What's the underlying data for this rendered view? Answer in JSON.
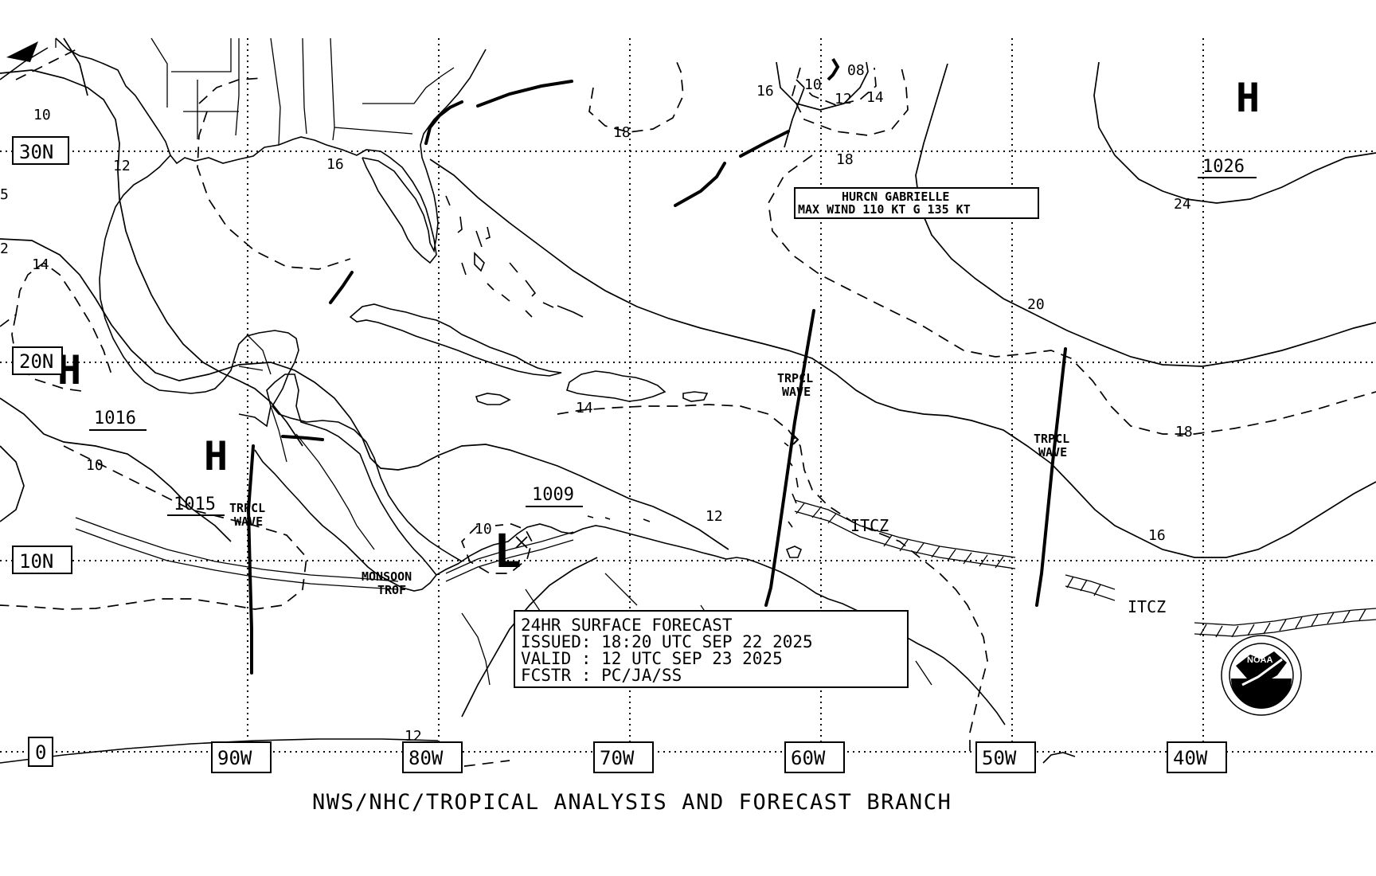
{
  "footer": "NWS/NHC/TROPICAL ANALYSIS AND FORECAST BRANCH",
  "lat_labels": {
    "n30": "30N",
    "n20": "20N",
    "n10": "10N",
    "eq": "0"
  },
  "lon_labels": {
    "w90": "90W",
    "w80": "80W",
    "w70": "70W",
    "w60": "60W",
    "w50": "50W",
    "w40": "40W"
  },
  "forecast_box": {
    "line1": "24HR SURFACE FORECAST",
    "line2": "ISSUED: 18:20 UTC SEP 22 2025",
    "line3": "VALID : 12 UTC SEP 23 2025",
    "line4": "FCSTR : PC/JA/SS"
  },
  "hurricane_box": {
    "line1": "HURCN GABRIELLE",
    "line2": "MAX WIND 110 KT G 135 KT"
  },
  "pressure_centers": {
    "high_atlantic": "H",
    "high_atlantic_value": "1026",
    "high_gulf": "H",
    "high_gulf_value": "1016",
    "high_central_america": "H",
    "high_central_america_value": "1015",
    "low_caribbean": "L",
    "low_caribbean_value": "1009"
  },
  "features": {
    "wave1": {
      "line1": "TRPCL",
      "line2": "WAVE"
    },
    "wave2": {
      "line1": "TRPCL",
      "line2": "WAVE"
    },
    "wave3": {
      "line1": "TRPCL",
      "line2": "WAVE"
    },
    "monsoon": {
      "line1": "MONSOON",
      "line2": "TROF"
    },
    "itcz1": "ITCZ",
    "itcz2": "ITCZ"
  },
  "contour_labels": {
    "c10_nw": "10",
    "c12_gulf": "12",
    "c16_gulf": "16",
    "c18_top": "18",
    "c16_top": "16",
    "c10_top": "10",
    "c08_top": "08",
    "c12_top": "12",
    "c14_top": "14",
    "c18_mid": "18",
    "c24": "24",
    "c20": "20",
    "c18_e": "18",
    "c16_e": "16",
    "c14_carib": "14",
    "c12_carib": "12",
    "c10_sa": "10",
    "c10_w": "10",
    "c14_w": "14",
    "c12_s": "12",
    "c2_edge": "2",
    "c5_edge": "5"
  },
  "logo": {
    "name": "NOAA"
  }
}
